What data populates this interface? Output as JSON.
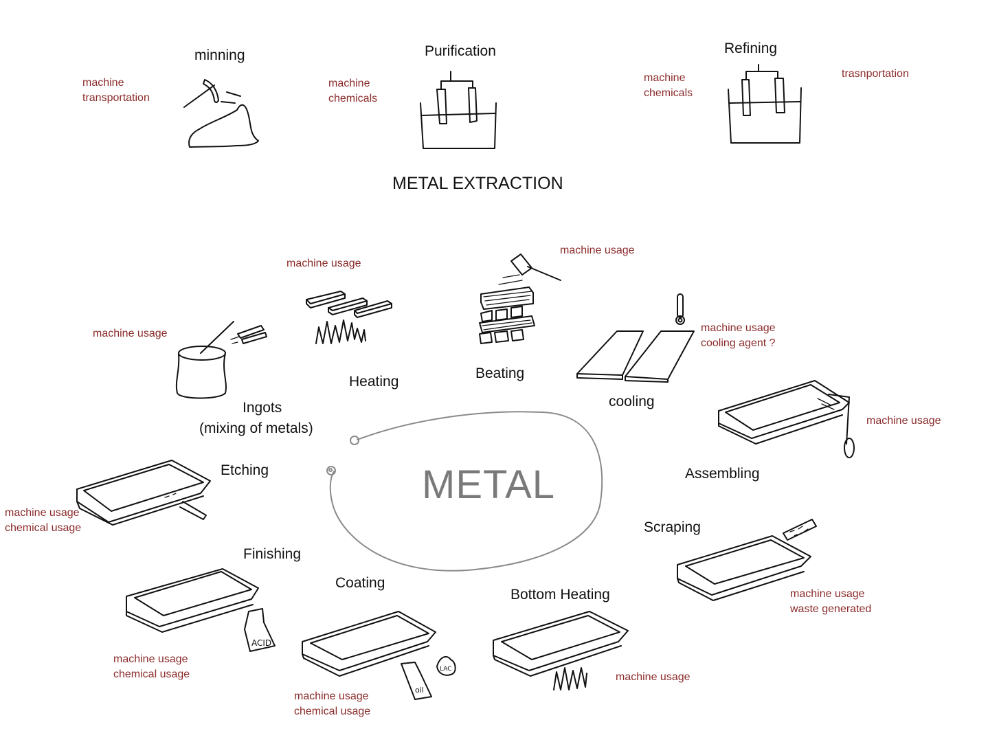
{
  "heading": "METAL EXTRACTION",
  "center": "METAL",
  "extraction": {
    "mining": {
      "label": "minning",
      "notes": [
        "machine",
        "transportation"
      ]
    },
    "purification": {
      "label": "Purification",
      "notes": [
        "machine",
        "chemicals"
      ]
    },
    "refining": {
      "label": "Refining",
      "notes": [
        "machine",
        "chemicals"
      ],
      "extra": "trasnportation"
    }
  },
  "steps": {
    "ingots": {
      "label1": "Ingots",
      "label2": "(mixing of metals)",
      "notes": [
        "machine usage"
      ]
    },
    "heating": {
      "label": "Heating",
      "notes": [
        "machine usage"
      ]
    },
    "beating": {
      "label": "Beating",
      "notes": [
        "machine usage"
      ]
    },
    "cooling": {
      "label": "cooling",
      "notes": [
        "machine usage",
        "cooling agent ?"
      ]
    },
    "assembling": {
      "label": "Assembling",
      "notes": [
        "machine usage"
      ]
    },
    "scraping": {
      "label": "Scraping",
      "notes": [
        "machine usage",
        "waste generated"
      ]
    },
    "bottom_heating": {
      "label": "Bottom Heating",
      "notes": [
        "machine usage"
      ]
    },
    "coating": {
      "label": "Coating",
      "notes": [
        "machine usage",
        "chemical usage"
      ]
    },
    "finishing": {
      "label": "Finishing",
      "notes": [
        "machine usage",
        "chemical usage"
      ]
    },
    "etching": {
      "label": "Etching",
      "notes": [
        "machine usage",
        "chemical usage"
      ]
    }
  },
  "bottle_labels": {
    "acid": "ACID",
    "oil": "oil",
    "lac": "LAC"
  },
  "colors": {
    "note": "#8b2b2b",
    "ink": "#111111",
    "loop": "#8a8a8a"
  }
}
